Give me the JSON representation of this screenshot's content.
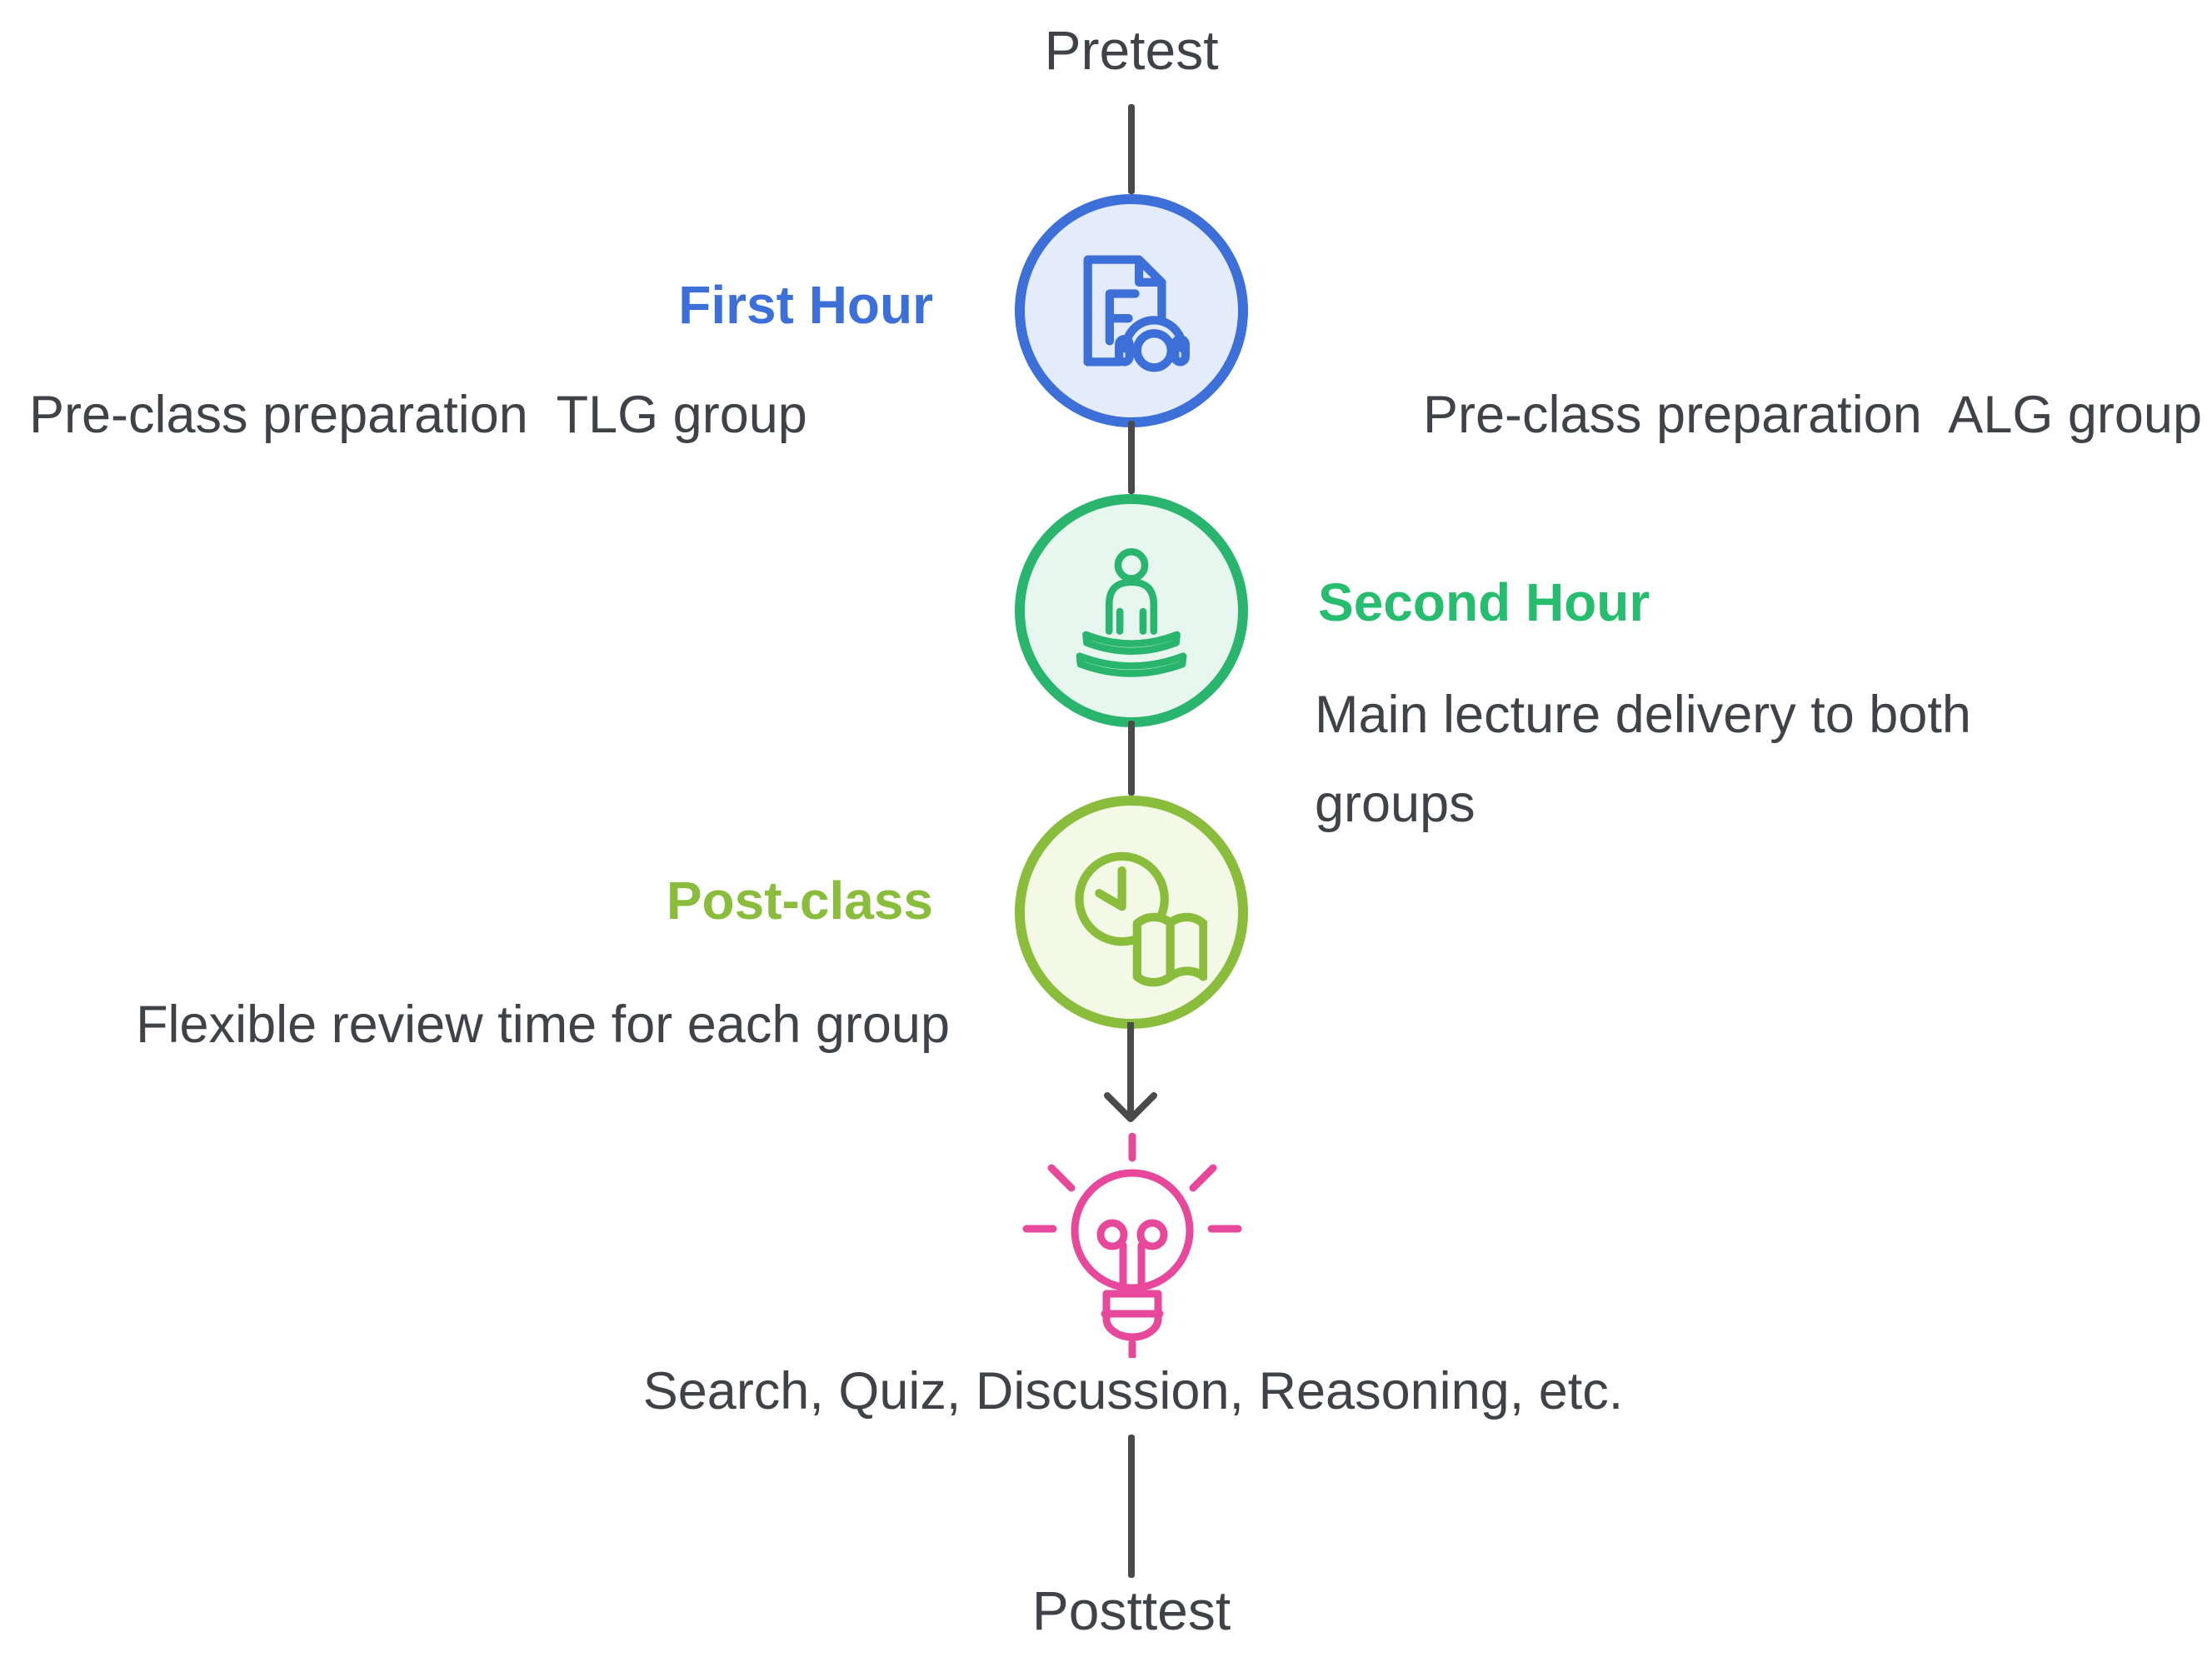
{
  "palette": {
    "blue": "#3d6fd9",
    "blue_fill": "#e4ecfb",
    "green": "#2ab56e",
    "green_text": "#26bd6e",
    "green_fill": "#e7f6ee",
    "lime": "#8bbd3c",
    "lime_fill": "#f3f8e7",
    "pink": "#e8489b",
    "text_gray": "#3f4347",
    "line_gray": "#4a4a4a"
  },
  "flow": {
    "start_label": "Pretest",
    "end_label": "Posttest",
    "steps": [
      {
        "title": "First Hour",
        "icon": "document-headphones-icon",
        "left_note": "Pre-class preparation  TLG group",
        "right_note": "Pre-class preparation  ALG group"
      },
      {
        "title": "Second Hour",
        "icon": "presenter-icon",
        "description": "Main lecture delivery to both groups"
      },
      {
        "title": "Post-class",
        "icon": "clock-book-icon",
        "description": "Flexible review time for each group"
      }
    ],
    "activities_note": "Search, Quiz, Discussion, Reasoning, etc."
  }
}
